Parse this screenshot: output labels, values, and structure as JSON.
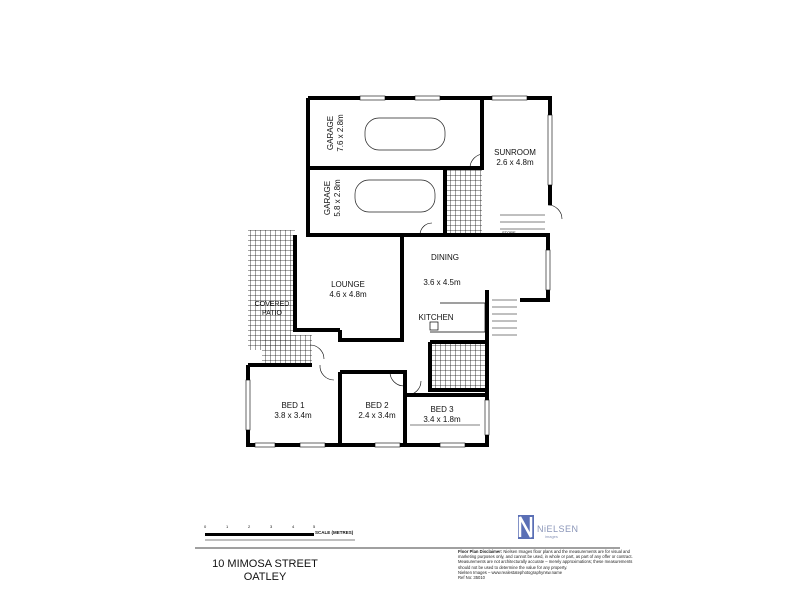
{
  "rooms": [
    {
      "name": "GARAGE",
      "size": "7.6 x 2.8m"
    },
    {
      "name": "GARAGE",
      "size": "5.8 x 2.8m"
    },
    {
      "name": "SUNROOM",
      "size": "2.6 x 4.8m"
    },
    {
      "name": "DINING",
      "size": "3.6 x 4.5m"
    },
    {
      "name": "LOUNGE",
      "size": "4.6 x 4.8m"
    },
    {
      "name": "COVERED",
      "size": "PATIO"
    },
    {
      "name": "KITCHEN",
      "size": ""
    },
    {
      "name": "BED 1",
      "size": "3.8 x 3.4m"
    },
    {
      "name": "BED 2",
      "size": "2.4 x 3.4m"
    },
    {
      "name": "BED 3",
      "size": "3.4 x 1.8m"
    }
  ],
  "store_label": "STORE",
  "scale": {
    "ticks": [
      "0",
      "1",
      "2",
      "3",
      "4",
      "5"
    ],
    "label": "SCALE (METRES)"
  },
  "address": {
    "line1": "10 MIMOSA STREET",
    "line2": "OATLEY"
  },
  "brand": {
    "name": "NiELSEN",
    "sub": "images",
    "logo_letter": "N",
    "logo_color": "#5a6fb5"
  },
  "disclaimer": {
    "title": "Floor Plan Disclaimer:",
    "text": "Nielsen Images floor plans and the measurements are for visual and marketing purposes only, and cannot be used, in whole or part, as part of any offer or contract. Measurements are not architecturally accurate – merely approximations; these measurements should not be used to determine the value for any property.",
    "contact": "Nielsen Images – www.realestatephotographynsw.name",
    "ref": "Ref No: 35010"
  }
}
